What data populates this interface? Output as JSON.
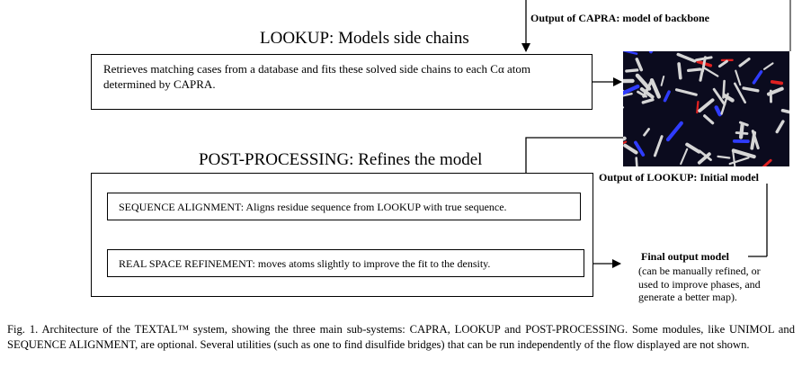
{
  "diagram": {
    "capra_output_label": "Output of CAPRA: model of backbone",
    "lookup": {
      "heading": "LOOKUP: Models side chains",
      "description": "Retrieves matching cases from a database and fits these solved side chains to each Cα atom determined by CAPRA."
    },
    "lookup_output_label": "Output of  LOOKUP: Initial model",
    "post_processing": {
      "heading": "POST-PROCESSING: Refines the model",
      "steps": [
        "SEQUENCE ALIGNMENT: Aligns residue sequence from LOOKUP with true sequence.",
        "REAL SPACE REFINEMENT: moves atoms slightly to improve the fit to the density."
      ]
    },
    "final_output": {
      "title": "Final output model",
      "note_lines": [
        "(can be manually refined, or",
        "used to improve phases, and",
        "generate a better map)."
      ]
    },
    "molecule_image": {
      "icon": "protein-structure-image",
      "colors": {
        "background": "#0b0b1e",
        "carbon": "#d6d6d6",
        "oxygen": "#e02020",
        "nitrogen": "#2f3cff"
      }
    }
  },
  "caption": "Fig. 1. Architecture of the TEXTAL™ system, showing the three main sub-systems: CAPRA, LOOKUP and POST-PROCESSING. Some modules, like UNIMOL and SEQUENCE ALIGNMENT, are optional. Several utilities (such as one to find disulfide bridges) that can be run independently of the flow displayed are not shown."
}
